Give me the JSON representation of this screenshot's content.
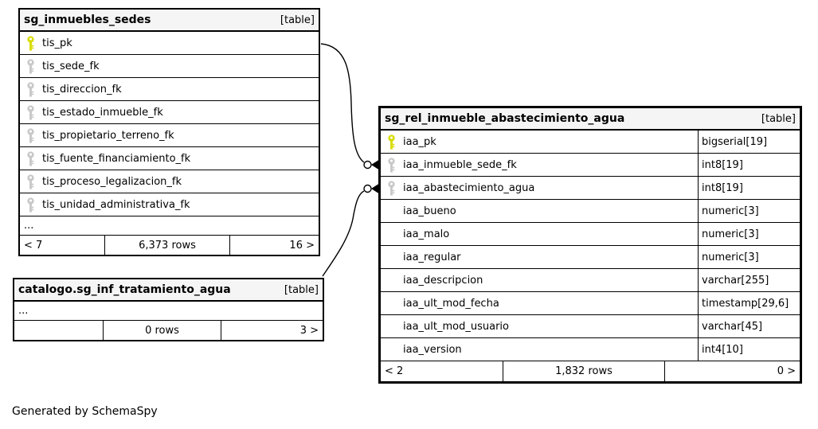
{
  "generated_by": "Generated by SchemaSpy",
  "colors": {
    "primary_key": "#d8dc00",
    "foreign_key": "#c8c8c8",
    "header_bg": "#f5f5f5",
    "border": "#000000"
  },
  "tables": [
    {
      "title": "sg_inmuebles_sedes",
      "tag": "[table]",
      "columns": [
        {
          "name": "tis_pk",
          "key": "primary"
        },
        {
          "name": "tis_sede_fk",
          "key": "foreign"
        },
        {
          "name": "tis_direccion_fk",
          "key": "foreign"
        },
        {
          "name": "tis_estado_inmueble_fk",
          "key": "foreign"
        },
        {
          "name": "tis_propietario_terreno_fk",
          "key": "foreign"
        },
        {
          "name": "tis_fuente_financiamiento_fk",
          "key": "foreign"
        },
        {
          "name": "tis_proceso_legalizacion_fk",
          "key": "foreign"
        },
        {
          "name": "tis_unidad_administrativa_fk",
          "key": "foreign"
        }
      ],
      "ellipsis": "...",
      "footer": {
        "left": "< 7",
        "center": "6,373 rows",
        "right": "16 >"
      }
    },
    {
      "title": "catalogo.sg_inf_tratamiento_agua",
      "tag": "[table]",
      "ellipsis": "...",
      "footer": {
        "left": "",
        "center": "0 rows",
        "right": "3 >"
      }
    },
    {
      "title": "sg_rel_inmueble_abastecimiento_agua",
      "tag": "[table]",
      "columns": [
        {
          "name": "iaa_pk",
          "type": "bigserial[19]",
          "key": "primary"
        },
        {
          "name": "iaa_inmueble_sede_fk",
          "type": "int8[19]",
          "key": "foreign"
        },
        {
          "name": "iaa_abastecimiento_agua",
          "type": "int8[19]",
          "key": "foreign"
        },
        {
          "name": "iaa_bueno",
          "type": "numeric[3]"
        },
        {
          "name": "iaa_malo",
          "type": "numeric[3]"
        },
        {
          "name": "iaa_regular",
          "type": "numeric[3]"
        },
        {
          "name": "iaa_descripcion",
          "type": "varchar[255]"
        },
        {
          "name": "iaa_ult_mod_fecha",
          "type": "timestamp[29,6]"
        },
        {
          "name": "iaa_ult_mod_usuario",
          "type": "varchar[45]"
        },
        {
          "name": "iaa_version",
          "type": "int4[10]"
        }
      ],
      "footer": {
        "left": "< 2",
        "center": "1,832 rows",
        "right": "0 >"
      }
    }
  ]
}
